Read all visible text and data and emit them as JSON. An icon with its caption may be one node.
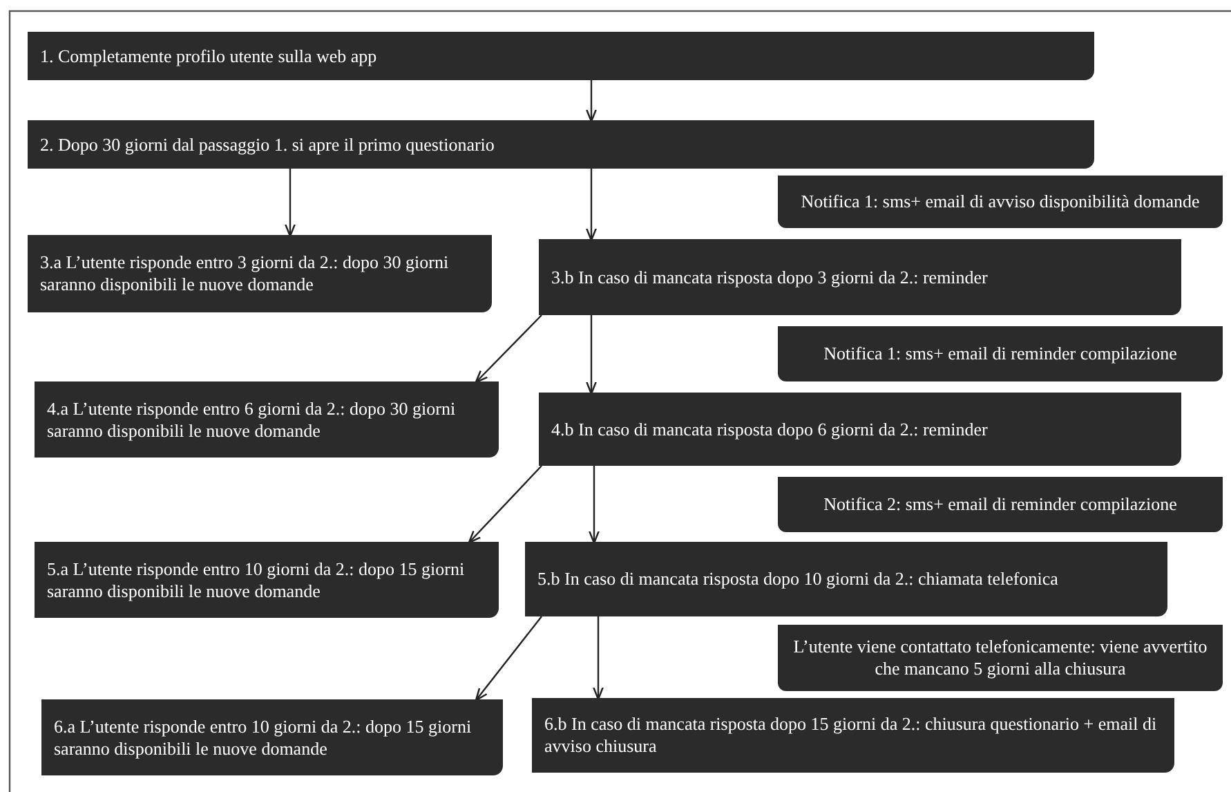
{
  "diagram": {
    "nodes": [
      {
        "text": [
          "1. Completamente profilo utente sulla web app"
        ]
      },
      {
        "text": [
          "2. Dopo 30 giorni dal passaggio 1. si apre il primo questionario"
        ]
      },
      {
        "text": [
          "Notifica 1: sms+ email di avviso disponibilità domande"
        ]
      },
      {
        "text": [
          "3.a L’utente risponde entro 3 giorni da 2.: dopo 30 giorni saranno disponibili le nuove domande"
        ]
      },
      {
        "text": [
          "3.b In caso di mancata risposta dopo 3 giorni da 2.: reminder"
        ]
      },
      {
        "text": [
          "Notifica 1: sms+ email di reminder compilazione"
        ]
      },
      {
        "text": [
          "4.a L’utente risponde entro 6 giorni da 2.: dopo 30 giorni saranno disponibili le nuove domande"
        ]
      },
      {
        "text": [
          "4.b In caso di mancata risposta dopo 6 giorni da 2.: reminder"
        ]
      },
      {
        "text": [
          "Notifica 2: sms+ email di reminder compilazione"
        ]
      },
      {
        "text": [
          "5.a L’utente risponde entro 10 giorni da 2.: dopo 15 giorni saranno disponibili le nuove domande"
        ]
      },
      {
        "text": [
          "5.b In caso di mancata risposta dopo 10 giorni da 2.: chiamata telefonica"
        ]
      },
      {
        "text": [
          "L’utente viene contattato telefonicamente: viene avvertito che mancano 5 giorni alla chiusura"
        ]
      },
      {
        "text": [
          "6.a L’utente risponde entro 10 giorni da 2.: dopo 15 giorni saranno disponibili le nuove domande"
        ]
      },
      {
        "text": [
          "6.b In caso di mancata risposta dopo 15 giorni da 2.: chiusura questionario + email di avviso chiusura"
        ]
      }
    ],
    "edges": [
      {
        "from": 0,
        "to": 1,
        "arrow": "to"
      },
      {
        "from": 1,
        "to": 3,
        "arrow": "to"
      },
      {
        "from": 1,
        "to": 4,
        "arrow": "to"
      },
      {
        "from": 4,
        "to": 6,
        "arrow": "to"
      },
      {
        "from": 4,
        "to": 7,
        "arrow": "to"
      },
      {
        "from": 7,
        "to": 9,
        "arrow": "to"
      },
      {
        "from": 7,
        "to": 10,
        "arrow": "to"
      },
      {
        "from": 10,
        "to": 12,
        "arrow": "to"
      },
      {
        "from": 10,
        "to": 13,
        "arrow": "to"
      }
    ]
  }
}
